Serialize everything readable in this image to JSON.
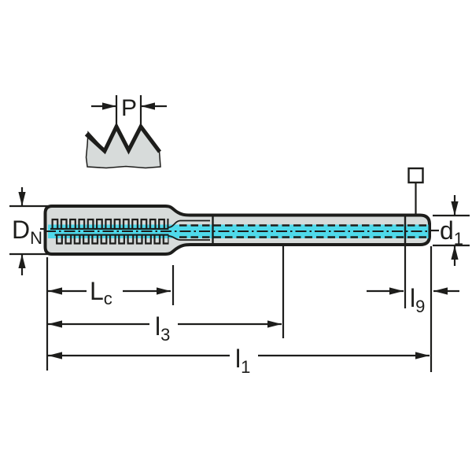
{
  "labels": {
    "pitch": "P",
    "nominal_diameter_main": "D",
    "nominal_diameter_sub": "N",
    "shank_diameter_main": "d",
    "shank_diameter_sub": "1",
    "chamfer_length_main": "L",
    "chamfer_length_sub": "c",
    "thread_length_main": "l",
    "thread_length_sub": "3",
    "overall_length_main": "l",
    "overall_length_sub": "1",
    "square_length_main": "l",
    "square_length_sub": "9"
  },
  "icons": {
    "square_drive": "square-drive-symbol"
  },
  "colors": {
    "ink": "#1d1d1b",
    "highlight": "#4fd9ea",
    "tool_fill": "#d7dbda",
    "background": "#ffffff"
  }
}
